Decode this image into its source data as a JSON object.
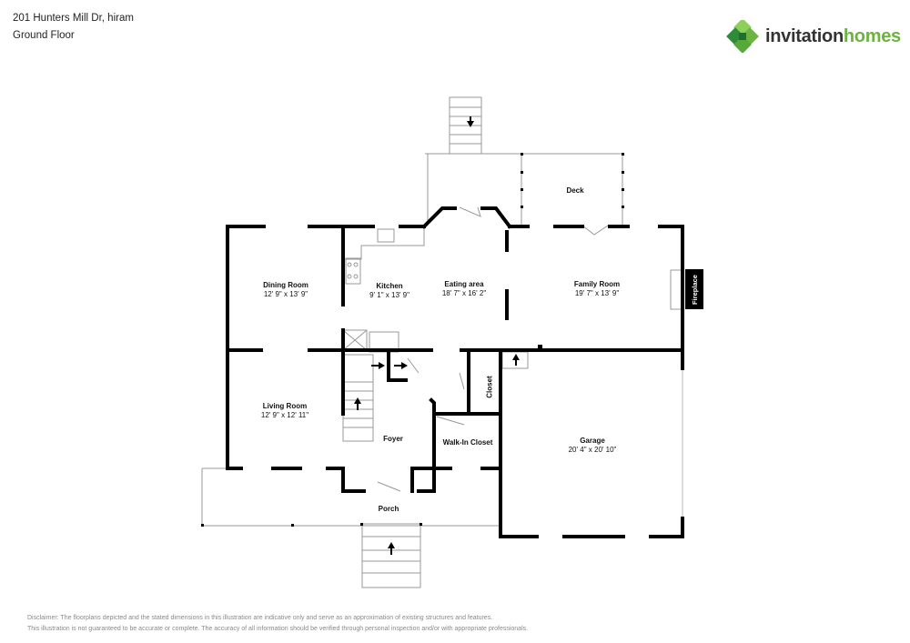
{
  "header": {
    "address": "201 Hunters Mill Dr, hiram",
    "floor": "Ground Floor"
  },
  "logo": {
    "word1": "invitation",
    "word2": "homes",
    "icon": "green-clover-icon",
    "colors": {
      "dark": "#333333",
      "green": "#6cb33f",
      "green_dark": "#2e8b3a",
      "green_light": "#8ccf5a"
    }
  },
  "rooms": [
    {
      "name": "Dining Room",
      "dims": "12' 9\" x 13' 9\""
    },
    {
      "name": "Kitchen",
      "dims": "9' 1\" x 13' 9\""
    },
    {
      "name": "Eating area",
      "dims": "18' 7\" x 16' 2\""
    },
    {
      "name": "Family Room",
      "dims": "19' 7\" x 13' 9\""
    },
    {
      "name": "Living Room",
      "dims": "12' 9\" x 12' 11\""
    },
    {
      "name": "Foyer",
      "dims": ""
    },
    {
      "name": "Walk-In Closet",
      "dims": ""
    },
    {
      "name": "Garage",
      "dims": "20' 4\" x 20' 10\""
    },
    {
      "name": "Porch",
      "dims": ""
    },
    {
      "name": "Deck",
      "dims": ""
    }
  ],
  "labels": {
    "fireplace": "Fireplace",
    "closet": "Closet"
  },
  "disclaimer": {
    "line1": "Disclaimer: The floorplans depicted and the stated dimensions in this illustration are indicative only and serve as an approximation of existing structures and features.",
    "line2": "This illustration is not guaranteed to be accurate or complete. The accuracy of all information should be verified through personal inspection and/or with appropriate professionals."
  }
}
